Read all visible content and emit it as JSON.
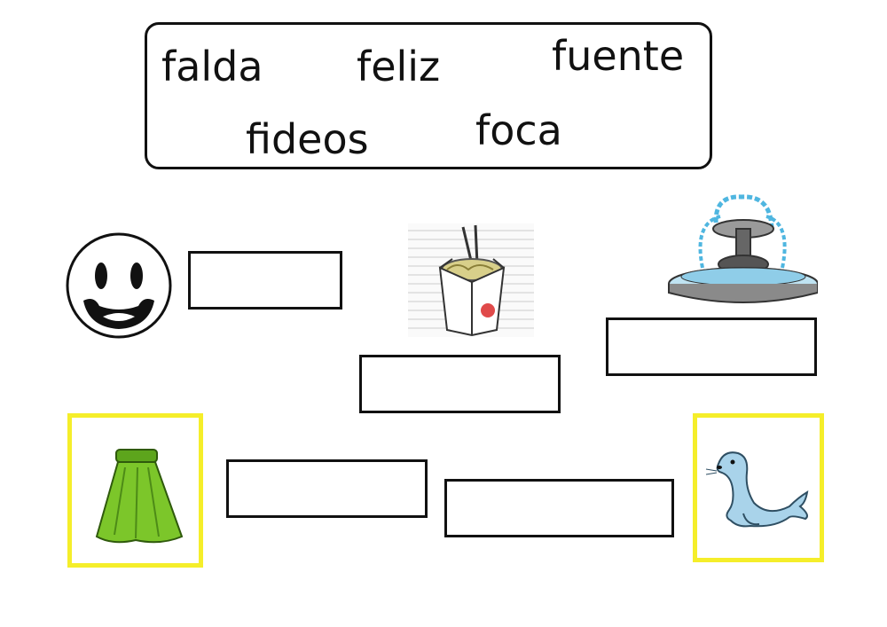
{
  "word_bank": {
    "words": [
      "falda",
      "feliz",
      "fuente",
      "fideos",
      "foca"
    ]
  },
  "pictures": [
    {
      "name": "smiley-face",
      "icon": "smiley-face-icon"
    },
    {
      "name": "noodles",
      "icon": "noodle-box-icon"
    },
    {
      "name": "fountain",
      "icon": "fountain-icon"
    },
    {
      "name": "skirt",
      "icon": "skirt-icon",
      "frame_color": "#f5ee2a"
    },
    {
      "name": "seal",
      "icon": "seal-icon",
      "frame_color": "#f5ee2a"
    }
  ],
  "answer_boxes": [
    {
      "for": "smiley-face",
      "value": ""
    },
    {
      "for": "noodles",
      "value": ""
    },
    {
      "for": "fountain",
      "value": ""
    },
    {
      "for": "skirt",
      "value": ""
    },
    {
      "for": "seal",
      "value": ""
    }
  ],
  "colors": {
    "frame": "#f5ee2a",
    "skirt": "#7cc62a",
    "seal": "#a9d3ea",
    "water": "#4fb6e0"
  }
}
